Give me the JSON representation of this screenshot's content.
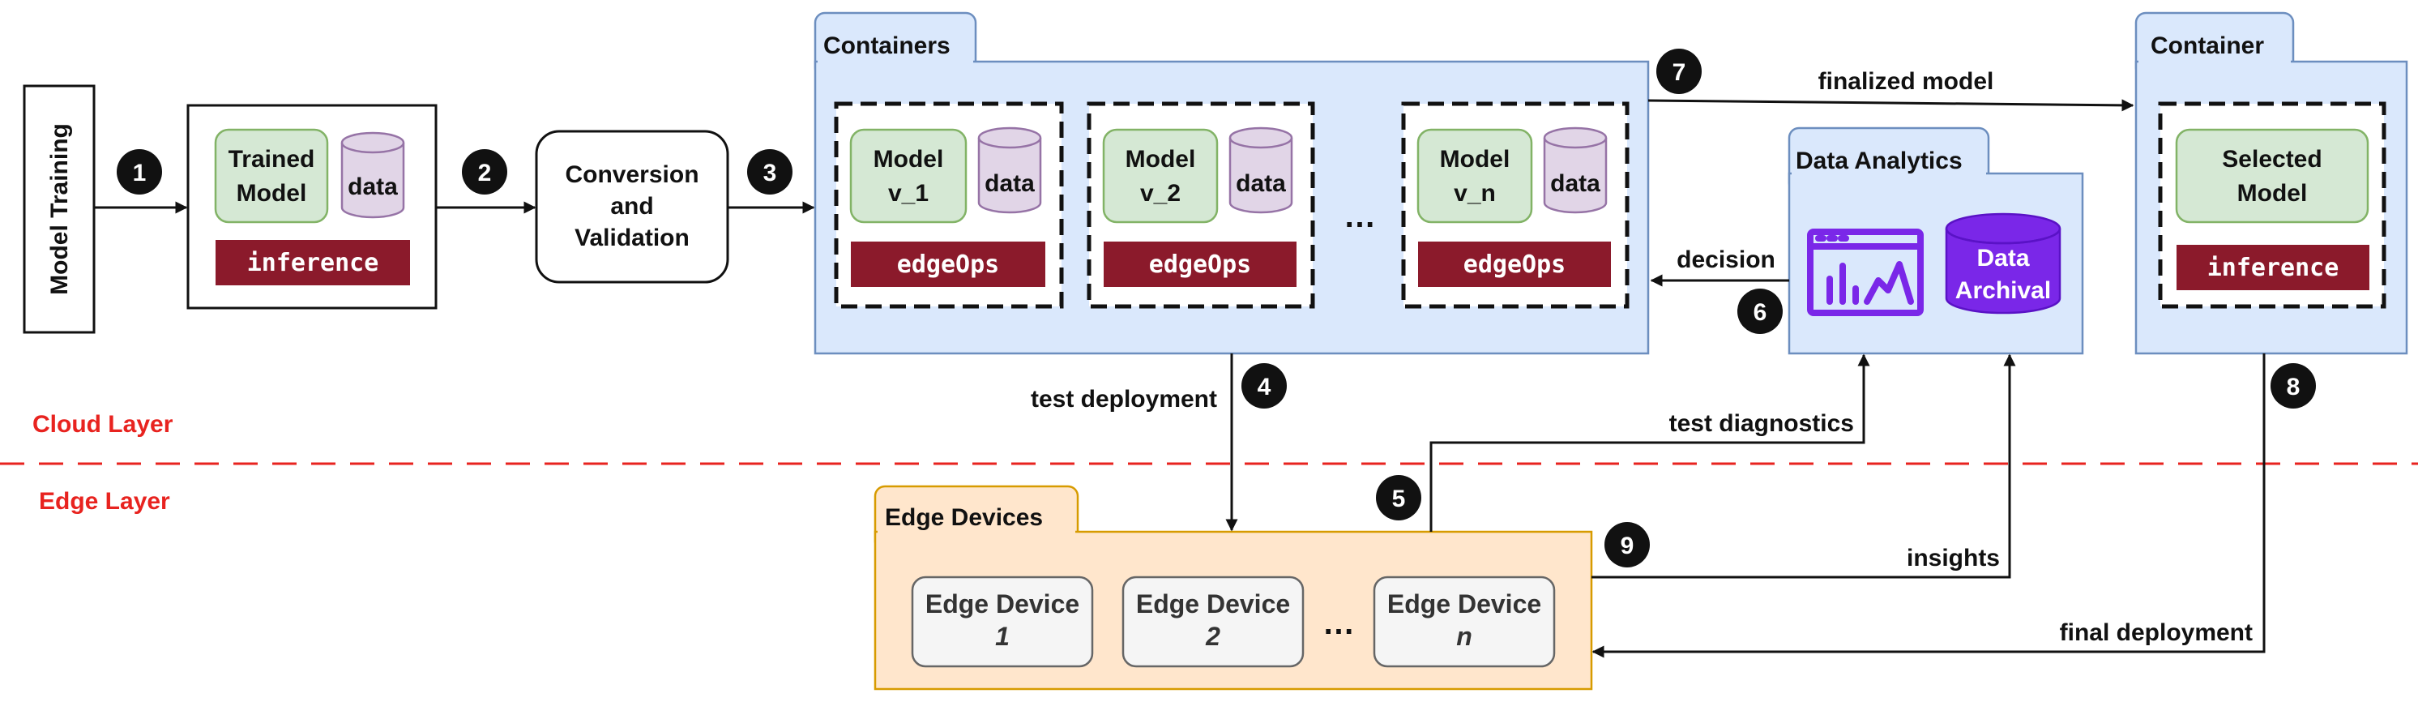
{
  "layers": {
    "cloud": "Cloud Layer",
    "edge": "Edge Layer"
  },
  "model_training": "Model Training",
  "trained": {
    "model": [
      "Trained",
      "Model"
    ],
    "data": "data",
    "inference": "inference"
  },
  "conversion": [
    "Conversion",
    "and",
    "Validation"
  ],
  "containers": {
    "title": "Containers",
    "items": [
      {
        "model": [
          "Model",
          "v_1"
        ],
        "data": "data",
        "ops": "edgeOps"
      },
      {
        "model": [
          "Model",
          "v_2"
        ],
        "data": "data",
        "ops": "edgeOps"
      },
      {
        "model": [
          "Model",
          "v_n"
        ],
        "data": "data",
        "ops": "edgeOps"
      }
    ],
    "ellipsis": "…"
  },
  "data_analytics": {
    "title": "Data Analytics",
    "archival": [
      "Data",
      "Archival"
    ]
  },
  "container": {
    "title": "Container",
    "model": [
      "Selected",
      "Model"
    ],
    "inference": "inference"
  },
  "edge_devices": {
    "title": "Edge Devices",
    "items": [
      {
        "name": "Edge Device",
        "index": "1"
      },
      {
        "name": "Edge Device",
        "index": "2"
      },
      {
        "name": "Edge Device",
        "index": "n"
      }
    ],
    "ellipsis": "…"
  },
  "labels": {
    "finalized_model": "finalized model",
    "decision": "decision",
    "test_deployment": "test deployment",
    "test_diagnostics": "test diagnostics",
    "insights": "insights",
    "final_deployment": "final deployment"
  },
  "steps": [
    "1",
    "2",
    "3",
    "4",
    "5",
    "6",
    "7",
    "8",
    "9"
  ],
  "colors": {
    "model_green": "#d5e8d4",
    "data_purple": "#e1d5e7",
    "inference_red": "#8b1a2b",
    "container_blue": "#dae8fc",
    "edge_orange": "#ffe6cc",
    "analytics_purple": "#7a27e8",
    "layer_red": "#e8231f"
  }
}
